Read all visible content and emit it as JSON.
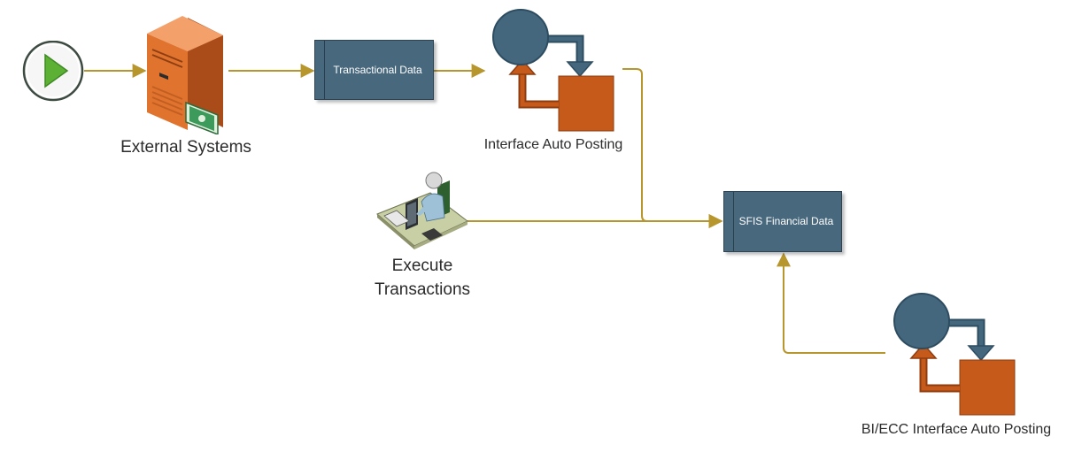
{
  "diagram": {
    "nodes": {
      "start": {
        "icon": "play-start-icon"
      },
      "external_systems": {
        "icon": "server-with-money-icon",
        "label": "External Systems"
      },
      "transactional_data": {
        "label": "Transactional Data"
      },
      "interface_auto_posting": {
        "icon": "cycle-process-icon",
        "label": "Interface Auto Posting"
      },
      "execute_transactions": {
        "icon": "user-at-workstation-icon",
        "label": "Execute Transactions"
      },
      "sfis_financial_data": {
        "label": "SFIS Financial Data"
      },
      "bi_ecc_interface_auto_posting": {
        "icon": "cycle-process-icon",
        "label": "BI/ECC Interface Auto Posting"
      }
    },
    "edges": [
      {
        "from": "start",
        "to": "external_systems"
      },
      {
        "from": "external_systems",
        "to": "transactional_data"
      },
      {
        "from": "transactional_data",
        "to": "interface_auto_posting"
      },
      {
        "from": "interface_auto_posting",
        "to": "sfis_financial_data"
      },
      {
        "from": "execute_transactions",
        "to": "sfis_financial_data"
      },
      {
        "from": "bi_ecc_interface_auto_posting",
        "to": "sfis_financial_data"
      }
    ]
  },
  "colors": {
    "connector": "#b8962e",
    "box_fill": "#48687d",
    "cycle_circle": "#44677e",
    "cycle_square": "#c55a1b",
    "server_body": "#e0742e",
    "play_arrow": "#5cb135",
    "money": "#3c9a5a"
  }
}
